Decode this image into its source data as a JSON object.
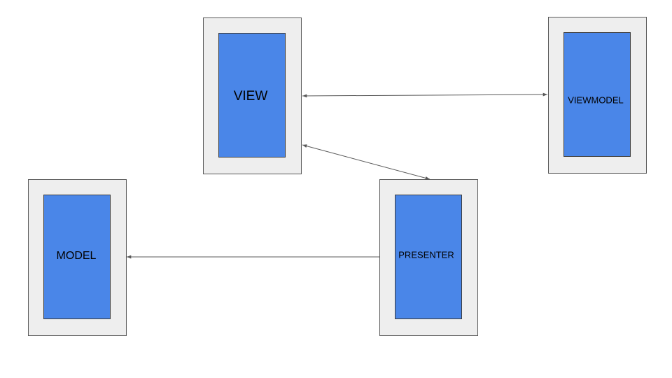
{
  "diagram": {
    "nodes": {
      "view": {
        "label": "VIEW"
      },
      "viewmodel": {
        "label": "VIEWMODEL"
      },
      "model": {
        "label": "MODEL"
      },
      "presenter": {
        "label": "PRESENTER"
      }
    },
    "connectors": [
      {
        "from": "view",
        "to": "viewmodel",
        "direction": "both"
      },
      {
        "from": "view",
        "to": "presenter",
        "direction": "both"
      },
      {
        "from": "presenter",
        "to": "model",
        "direction": "end"
      }
    ],
    "colors": {
      "background": "#ffffff",
      "frame_fill": "#eeeeee",
      "panel_fill": "#4a86e8",
      "line": "#595959",
      "text": "#000000"
    }
  }
}
